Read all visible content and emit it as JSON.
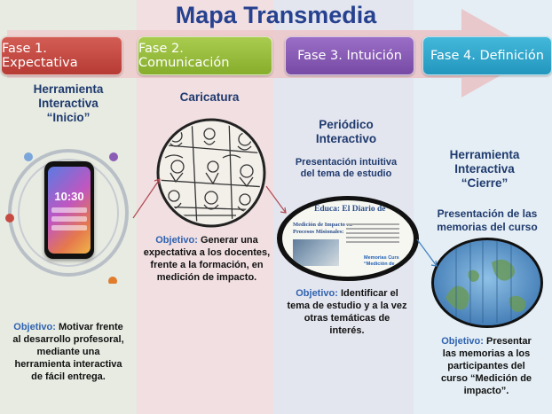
{
  "title": "Mapa Transmedia",
  "colors": {
    "phase1": "#c64a42",
    "phase2": "#98bf3d",
    "phase3": "#8a5cb6",
    "phase4": "#2fa9cc",
    "title": "#26418f",
    "heading": "#1f3a6e",
    "objective_key": "#2f62b0"
  },
  "phases": [
    {
      "label": "Fase 1. Expectativa"
    },
    {
      "label": "Fase 2. Comunicación"
    },
    {
      "label": "Fase 3. Intuición"
    },
    {
      "label": "Fase 4. Definición"
    }
  ],
  "col1": {
    "heading": [
      "Herramienta",
      "Interactiva",
      "“Inicio”"
    ],
    "phone_time": "10:30",
    "objective_key": "Objetivo:",
    "objective_lines": [
      " Motivar  frente",
      "al desarrollo profesoral,",
      "mediante una",
      "herramienta interactiva",
      "de fácil entrega."
    ]
  },
  "col2": {
    "heading": [
      "Caricatura"
    ],
    "objective_key": "Objetivo:",
    "objective_lines": [
      " Generar  una",
      "expectativa a los docentes,",
      "frente a la formación, en",
      "medición de impacto."
    ]
  },
  "col3": {
    "heading": [
      "Periódico",
      "Interactivo"
    ],
    "subheading": [
      "Presentación intuitiva",
      "del tema de estudio"
    ],
    "newspaper_title": "Educa:  El Diario de",
    "newspaper_headline": [
      "Medición de Impacto en",
      "Procesos Misionales:"
    ],
    "newspaper_link": [
      "Memorias Curs",
      "“Medición de"
    ],
    "objective_key": "Objetivo:",
    "objective_lines": [
      " Identificar el",
      "tema de estudio y a la vez",
      "otras temáticas de",
      "interés."
    ]
  },
  "col4": {
    "heading": [
      "Herramienta",
      "Interactiva",
      "“Cierre”"
    ],
    "subheading": [
      "Presentación  de las",
      "memorias del curso"
    ],
    "objective_key": "Objetivo:",
    "objective_lines": [
      " Presentar",
      "las memorias a los",
      "participantes del",
      "curso “Medición de",
      "impacto”."
    ]
  }
}
